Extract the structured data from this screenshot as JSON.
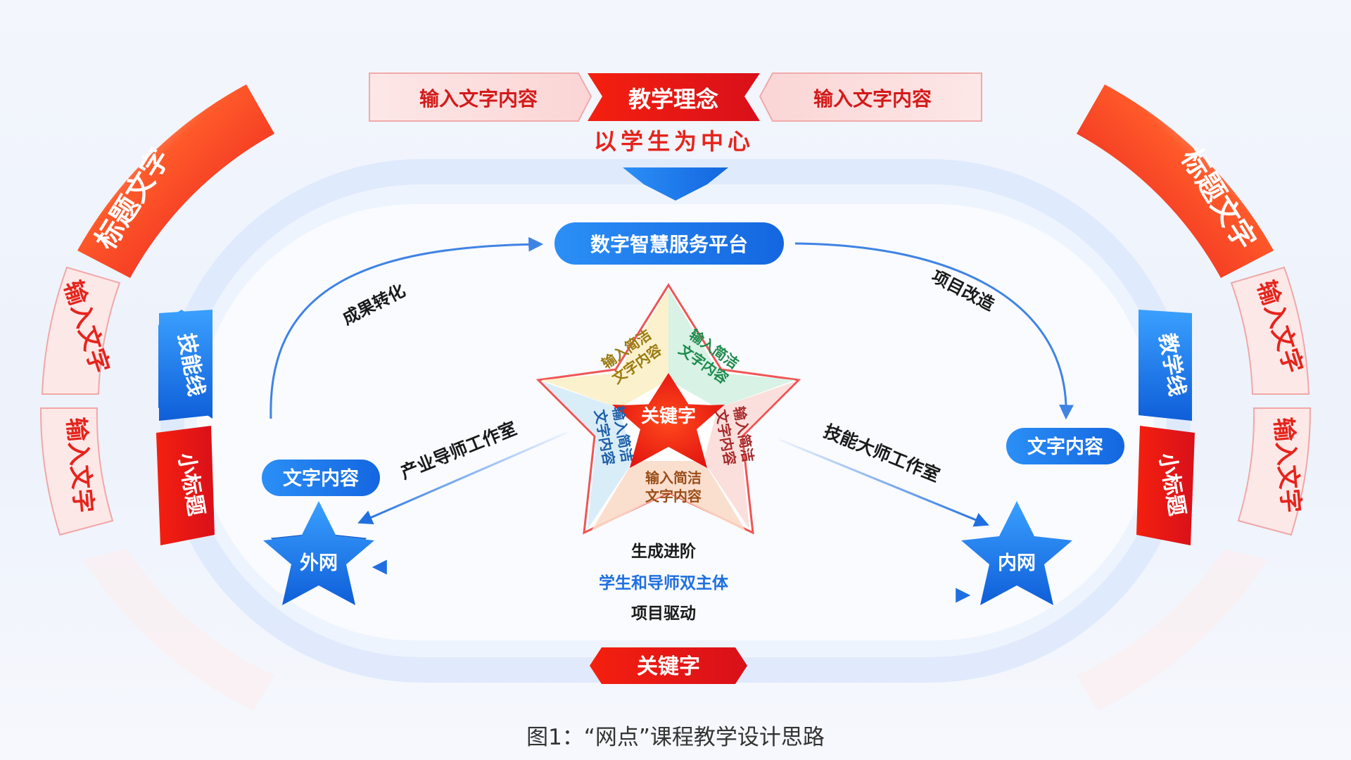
{
  "top_banner": {
    "left_box": "输入文字内容",
    "center": "教学理念",
    "right_box": "输入文字内容",
    "subtitle": "以学生为中心"
  },
  "platform": "数字智慧服务平台",
  "arcs": {
    "left": "成果转化",
    "right": "项目改造"
  },
  "pentagram": {
    "center": "关键字",
    "petals": [
      [
        "输入简洁",
        "文字内容"
      ],
      [
        "输入简洁",
        "文字内容"
      ],
      [
        "输入简洁",
        "文字内容"
      ],
      [
        "输入简洁",
        "文字内容"
      ],
      [
        "输入简洁",
        "文字内容"
      ]
    ]
  },
  "diagonals": {
    "left": "产业导师工作室",
    "right": "技能大师工作室"
  },
  "pills": {
    "left": "文字内容",
    "right": "文字内容"
  },
  "stars": {
    "left": "外网",
    "right": "内网"
  },
  "bottom_arrows": {
    "top": "生成进阶",
    "middle": "学生和导师双主体",
    "bottom": "项目驱动"
  },
  "bottom_banner": "关键字",
  "side_tabs": {
    "left_upper": "技能线",
    "left_lower": "小标题",
    "right_upper": "教学线",
    "right_lower": "小标题"
  },
  "outer_left": {
    "title": "标题文字",
    "item1": "输入文字",
    "item2": "输入文字"
  },
  "outer_right": {
    "title": "标题文字",
    "item1": "输入文字",
    "item2": "输入文字"
  },
  "caption": "图1：“网点”课程教学设计思路",
  "colors": {
    "red": "#e8241c",
    "blue": "#1f7ae8",
    "dark_text": "#1a1a1a",
    "light_blue_ring": "#d6e5fb"
  }
}
